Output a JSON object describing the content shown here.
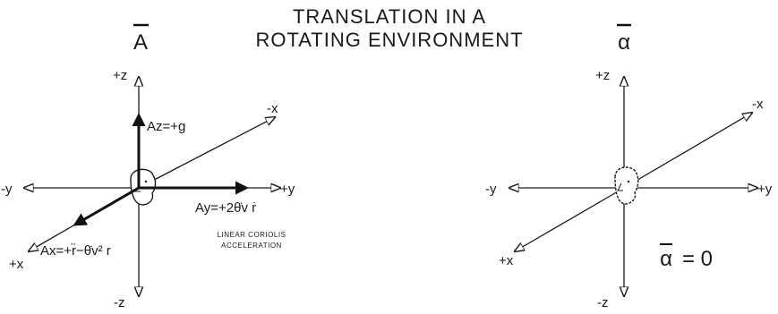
{
  "title": {
    "line1": "TRANSLATION IN A",
    "line2": "ROTATING ENVIRONMENT"
  },
  "left_panel": {
    "symbol": "A",
    "axes": {
      "pos_z": "+z",
      "neg_z": "-z",
      "pos_y": "+y",
      "neg_y": "-y",
      "pos_x": "+x",
      "neg_x": "-x"
    },
    "vectors": {
      "az": "Az=+g",
      "ay": "Ay=+2θ̇v ṙ",
      "ax": "Ax=+r̈−θ̇v² r"
    },
    "note": {
      "line1": "LINEAR CORIOLIS",
      "line2": "ACCELERATION"
    }
  },
  "right_panel": {
    "symbol": "α",
    "axes": {
      "pos_z": "+z",
      "neg_z": "-z",
      "pos_y": "+y",
      "neg_y": "-y",
      "pos_x": "+x",
      "neg_x": "-x"
    },
    "equation": {
      "lhs": "α",
      "rhs": "= 0"
    }
  }
}
